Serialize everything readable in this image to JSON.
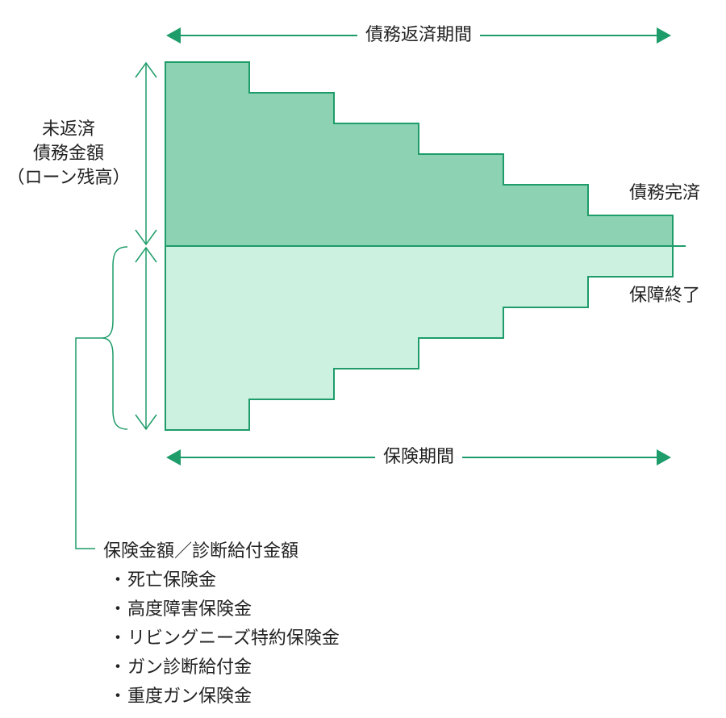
{
  "colors": {
    "accent": "#1e9c69",
    "debt_fill": "#8dd3b3",
    "insurance_fill": "#cdf1e0",
    "text": "#222222"
  },
  "top_arrow_label": "債務返済期間",
  "bottom_arrow_label": "保険期間",
  "side_label_lines": [
    "未返済",
    "債務金額",
    "（ローン残高）"
  ],
  "debt_done_label": "債務完済",
  "coverage_end_label": "保障終了",
  "coverage": {
    "title": "保険金額／診断給付金額",
    "bullet": "・",
    "items": [
      "死亡保険金",
      "高度障害保険金",
      "リビングニーズ特約保険金",
      "ガン診断給付金",
      "重度ガン保険金"
    ]
  }
}
